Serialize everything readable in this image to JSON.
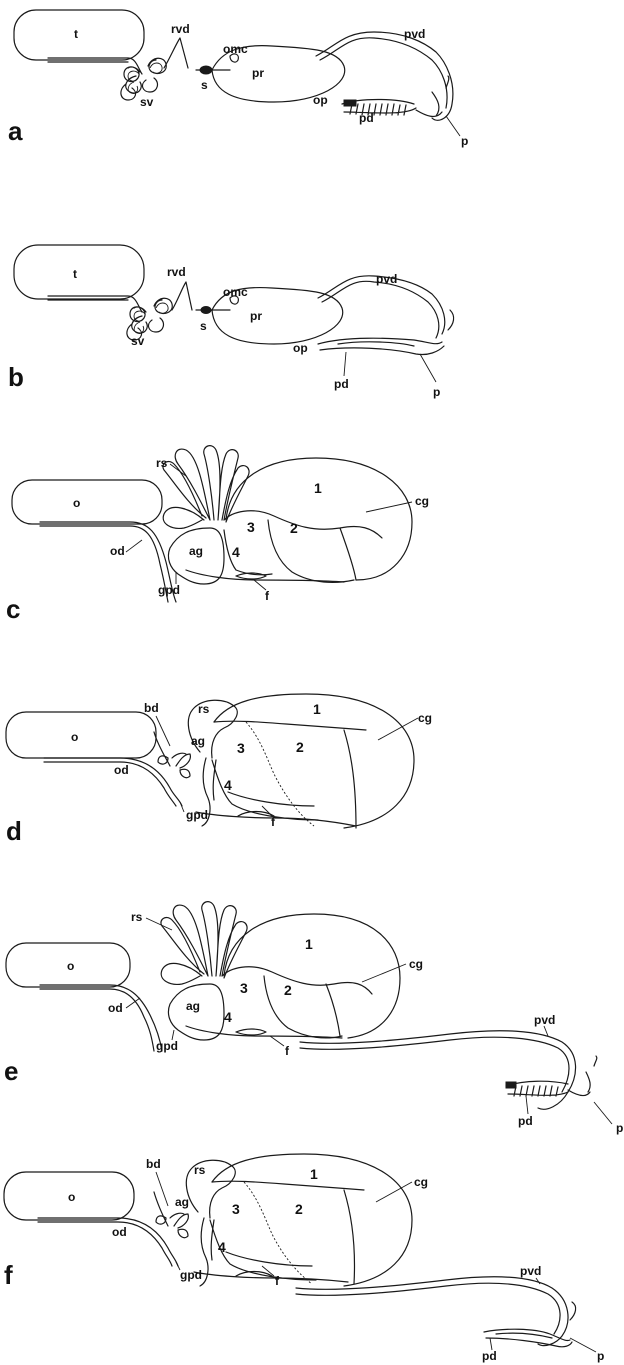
{
  "panels": [
    {
      "letter": "a",
      "labels": {
        "t": "t",
        "rvd": "rvd",
        "omc": "omc",
        "pvd": "pvd",
        "pr": "pr",
        "sv": "sv",
        "s": "s",
        "op": "op",
        "pd": "pd",
        "p": "p"
      }
    },
    {
      "letter": "b",
      "labels": {
        "t": "t",
        "rvd": "rvd",
        "omc": "omc",
        "pvd": "pvd",
        "pr": "pr",
        "sv": "sv",
        "s": "s",
        "op": "op",
        "pd": "pd",
        "p": "p"
      }
    },
    {
      "letter": "c",
      "labels": {
        "rs": "rs",
        "o": "o",
        "n1": "1",
        "cg": "cg",
        "n3": "3",
        "n2": "2",
        "od": "od",
        "ag": "ag",
        "n4": "4",
        "gpd": "gpd",
        "f": "f"
      }
    },
    {
      "letter": "d",
      "labels": {
        "bd": "bd",
        "rs": "rs",
        "n1": "1",
        "cg": "cg",
        "o": "o",
        "ag": "ag",
        "n3": "3",
        "n2": "2",
        "od": "od",
        "n4": "4",
        "gpd": "gpd",
        "f": "f"
      }
    },
    {
      "letter": "e",
      "labels": {
        "rs": "rs",
        "n1": "1",
        "o": "o",
        "cg": "cg",
        "n3": "3",
        "n2": "2",
        "od": "od",
        "ag": "ag",
        "n4": "4",
        "gpd": "gpd",
        "f": "f",
        "pvd": "pvd",
        "pd": "pd",
        "p": "p"
      }
    },
    {
      "letter": "f",
      "labels": {
        "bd": "bd",
        "rs": "rs",
        "n1": "1",
        "cg": "cg",
        "o": "o",
        "ag": "ag",
        "n3": "3",
        "n2": "2",
        "od": "od",
        "n4": "4",
        "gpd": "gpd",
        "f": "f",
        "pvd": "pvd",
        "pd": "pd",
        "p": "p"
      }
    }
  ]
}
